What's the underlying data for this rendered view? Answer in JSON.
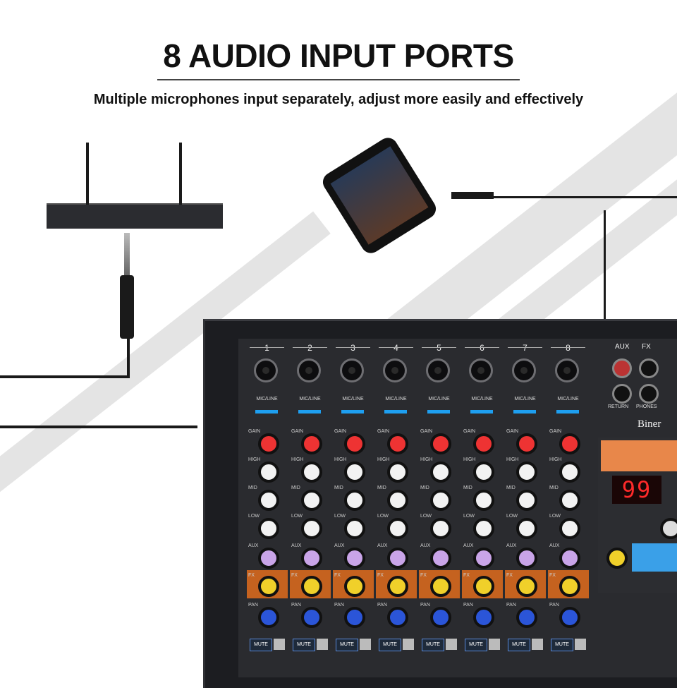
{
  "header": {
    "title": "8 AUDIO INPUT PORTS",
    "subtitle": "Multiple microphones input separately, adjust more easily and effectively"
  },
  "mixer": {
    "brand": "Biner",
    "display": "99",
    "channels": [
      {
        "number": "1"
      },
      {
        "number": "2"
      },
      {
        "number": "3"
      },
      {
        "number": "4"
      },
      {
        "number": "5"
      },
      {
        "number": "6"
      },
      {
        "number": "7"
      },
      {
        "number": "8"
      }
    ],
    "channel_input_label": "MIC/LINE",
    "labels": {
      "gain": "GAIN",
      "high": "HIGH",
      "mid": "MID",
      "low": "LOW",
      "aux": "AUX",
      "fx": "FX",
      "pan": "PAN",
      "mute": "MUTE"
    },
    "side": {
      "aux": "AUX",
      "fx": "FX",
      "return": "RETURN",
      "phones": "PHONES"
    }
  },
  "colors": {
    "fx_band": "#c5621f",
    "led": "#1e9ff0",
    "display": "#ff2a2a"
  }
}
